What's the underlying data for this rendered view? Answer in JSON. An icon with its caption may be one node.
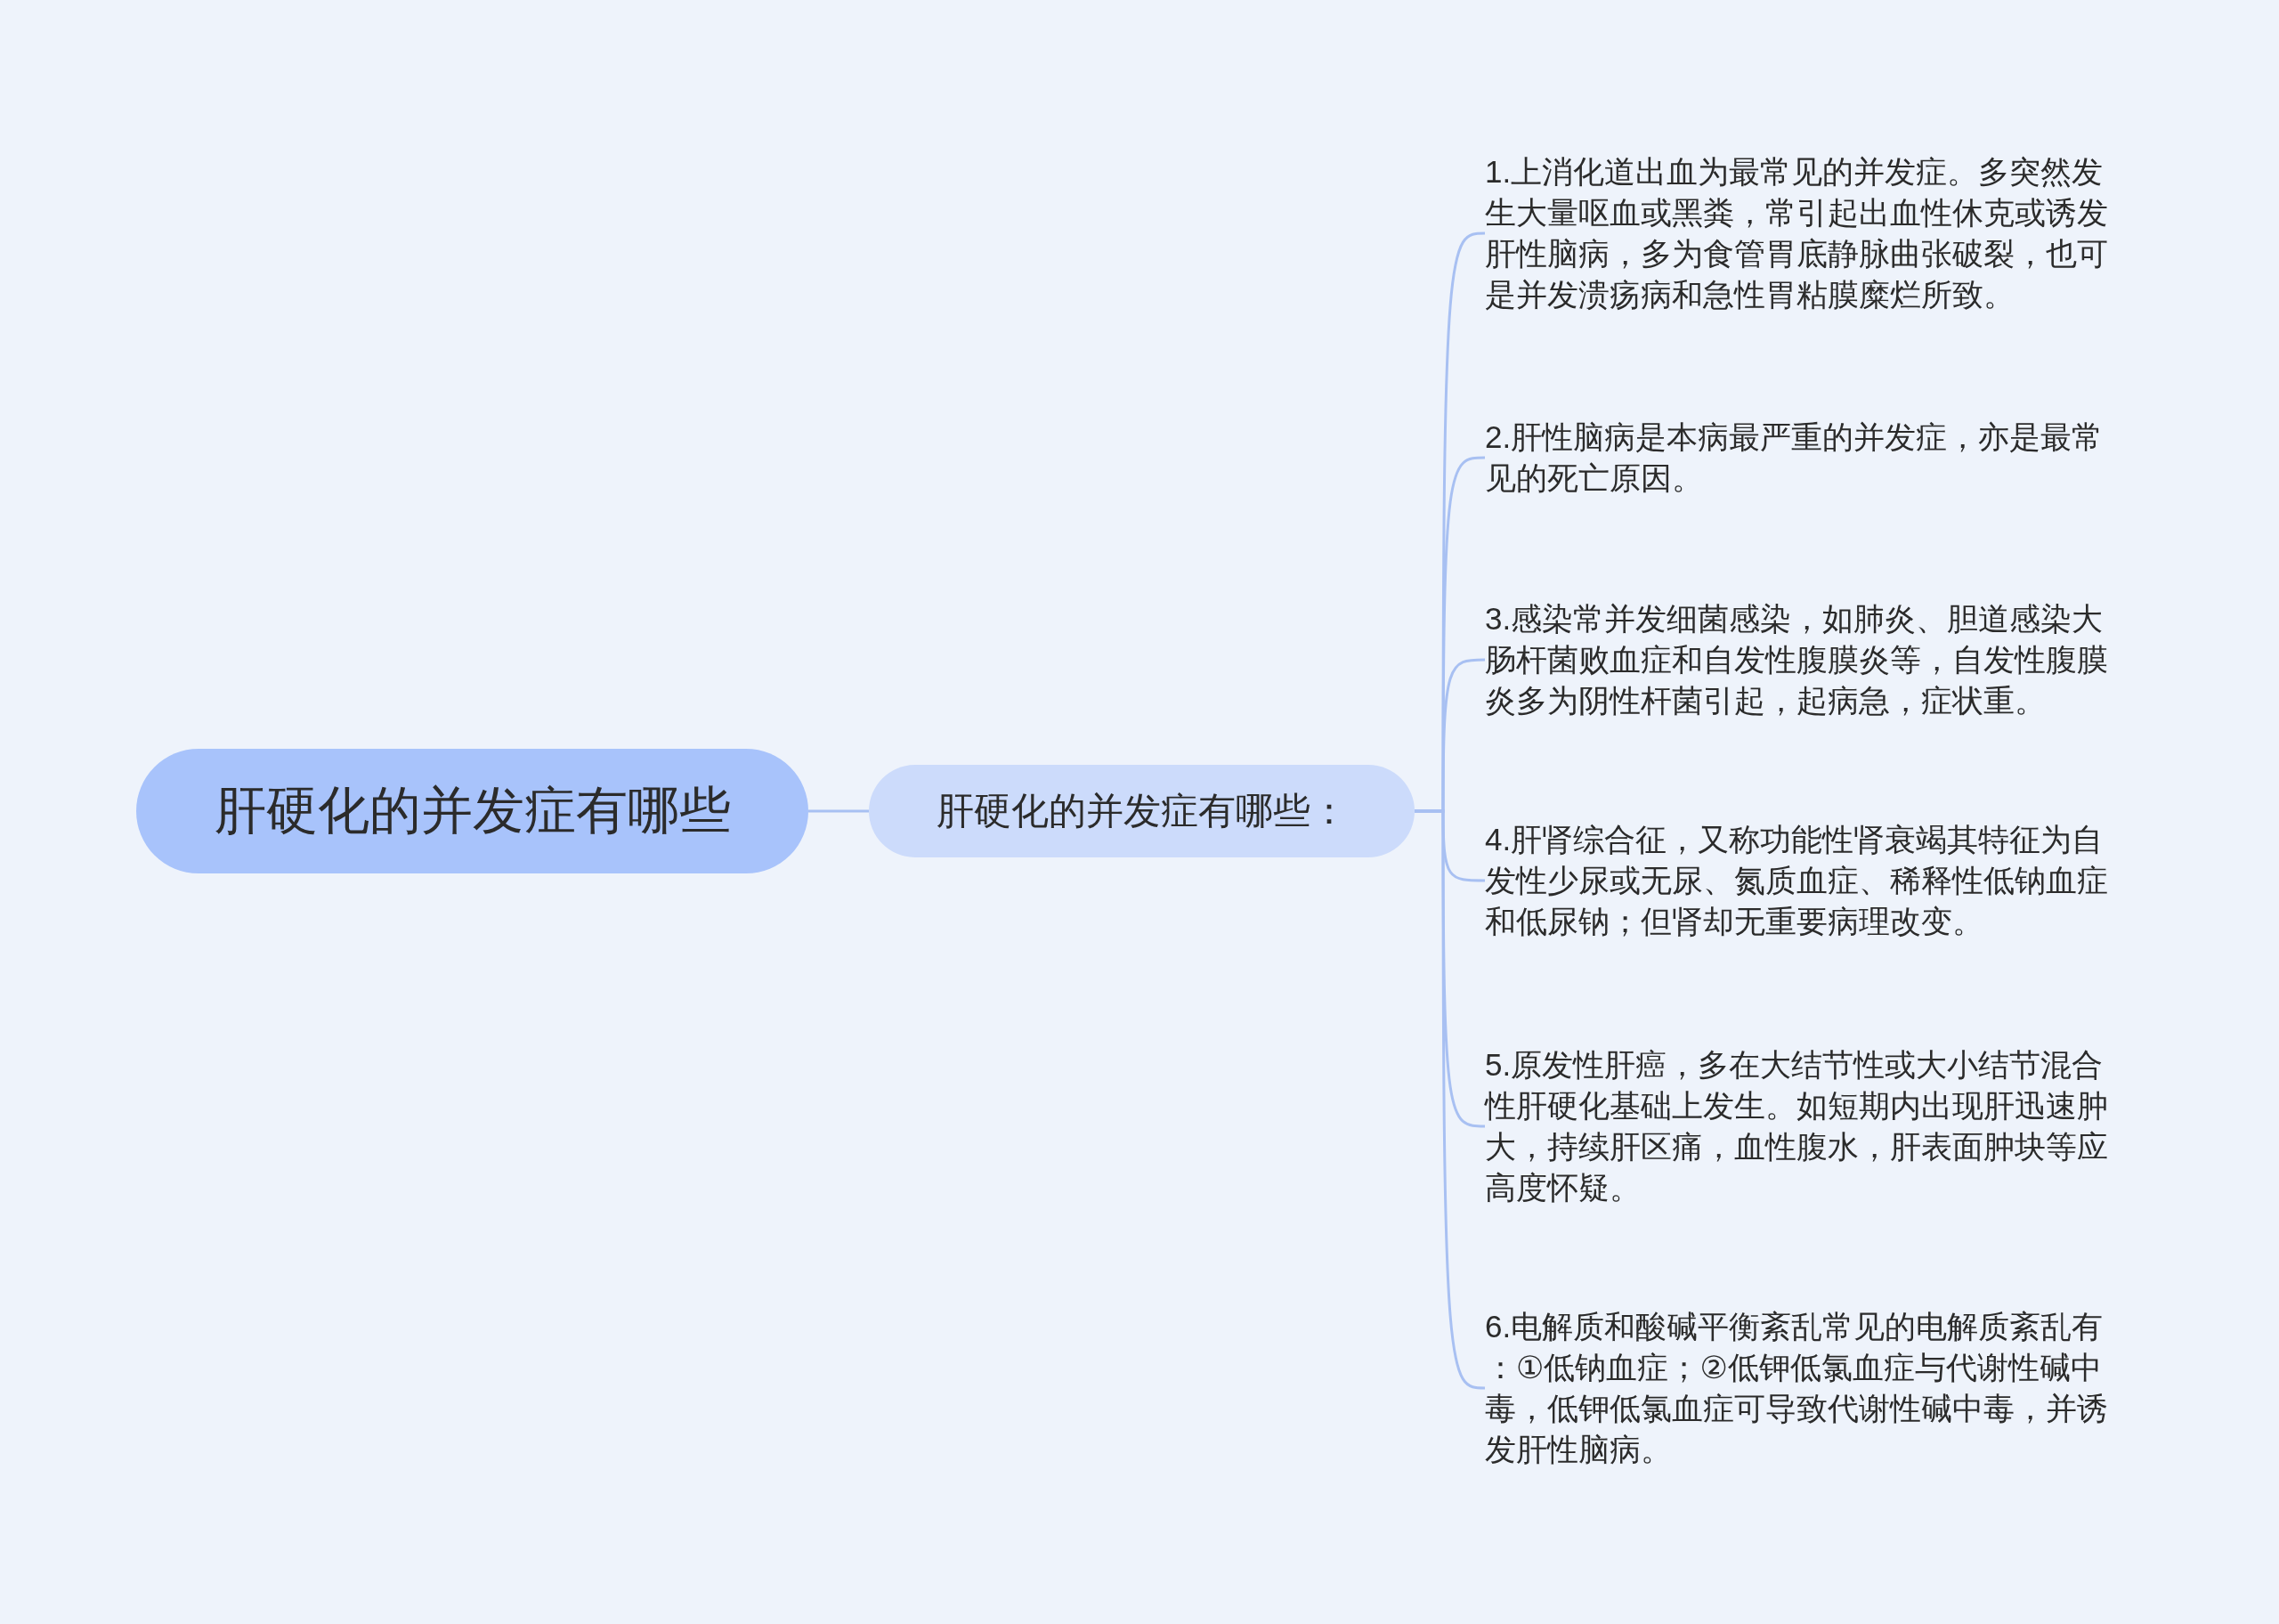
{
  "diagram": {
    "nodes": [
      {
        "text": [
          "肝硬化的并发症有哪些"
        ]
      },
      {
        "text": [
          "肝硬化的并发症有哪些："
        ]
      },
      {
        "text": [
          "1.上消化道出血为最常见的并发症。多突然发生大量呕血或黑粪，常引起出血性休克或诱发肝性脑病，多为食管胃底静脉曲张破裂，也可是并发溃疡病和急性胃粘膜糜烂所致。"
        ]
      },
      {
        "text": [
          "2.肝性脑病是本病最严重的并发症，亦是最常见的死亡原因。"
        ]
      },
      {
        "text": [
          "3.感染常并发细菌感染，如肺炎、胆道感染大肠杆菌败血症和自发性腹膜炎等，自发性腹膜炎多为阴性杆菌引起，起病急，症状重。"
        ]
      },
      {
        "text": [
          "4.肝肾综合征，又称功能性肾衰竭其特征为自发性少尿或无尿、氮质血症、稀释性低钠血症和低尿钠；但肾却无重要病理改变。"
        ]
      },
      {
        "text": [
          "5.原发性肝癌，多在大结节性或大小结节混合性肝硬化基础上发生。如短期内出现肝迅速肿大，持续肝区痛，血性腹水，肝表面肿块等应高度怀疑。"
        ]
      },
      {
        "text": [
          "6.电解质和酸碱平衡紊乱常见的电解质紊乱有：①低钠血症；②低钾低氯血症与代谢性碱中毒，低钾低氯血症可导致代谢性碱中毒，并诱发肝性脑病。"
        ]
      }
    ],
    "edges": [
      {
        "from": 0,
        "to": 1,
        "arrow": "none"
      },
      {
        "from": 1,
        "to": 2,
        "arrow": "none"
      },
      {
        "from": 1,
        "to": 3,
        "arrow": "none"
      },
      {
        "from": 1,
        "to": 4,
        "arrow": "none"
      },
      {
        "from": 1,
        "to": 5,
        "arrow": "none"
      },
      {
        "from": 1,
        "to": 6,
        "arrow": "none"
      },
      {
        "from": 1,
        "to": 7,
        "arrow": "none"
      }
    ]
  }
}
